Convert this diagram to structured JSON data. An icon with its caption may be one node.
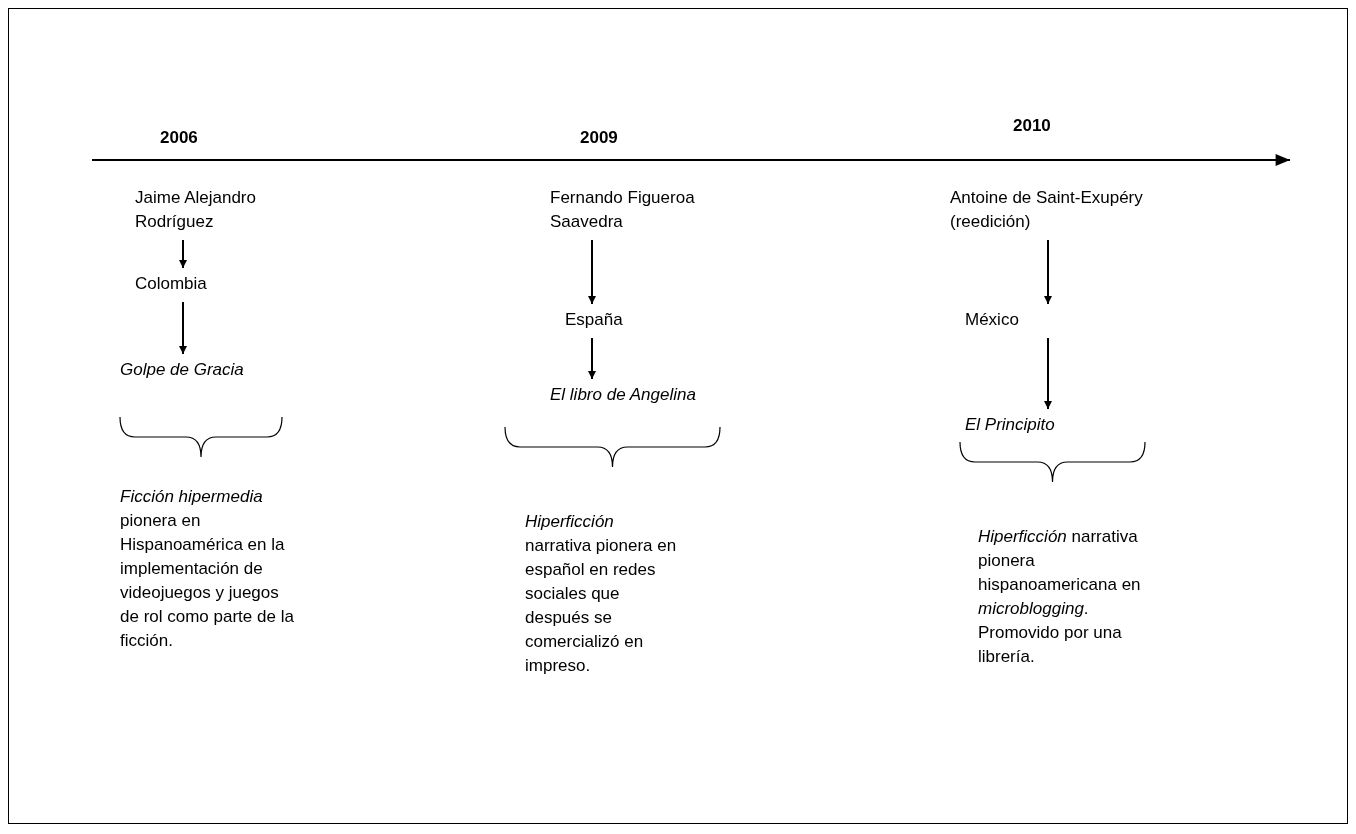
{
  "diagram": {
    "nodes": [
      {
        "text": [
          "Jaime Alejandro Rodríguez"
        ]
      },
      {
        "text": [
          "Colombia"
        ]
      },
      {
        "text": [
          "Golpe de Gracia"
        ]
      },
      {
        "text": [
          "*Ficción hipermedia* pionera en Hispanoamérica en la implementación de videojuegos y juegos de rol como parte de la ficción."
        ]
      },
      {
        "text": [
          "Fernando Figueroa Saavedra"
        ]
      },
      {
        "text": [
          "España"
        ]
      },
      {
        "text": [
          "El libro de Angelina"
        ]
      },
      {
        "text": [
          "*Hiperficción* narrativa pionera en español en redes sociales que después se comercializó en impreso."
        ]
      },
      {
        "text": [
          "Antoine de Saint-Exupéry (reedición)"
        ]
      },
      {
        "text": [
          "México"
        ]
      },
      {
        "text": [
          "El Principito"
        ]
      },
      {
        "text": [
          "*Hiperficción* narrativa pionera hispanoamericana en *microblogging*. Promovido por una librería."
        ]
      }
    ],
    "edges": [
      {
        "from": 0,
        "to": 1,
        "arrow": "to"
      },
      {
        "from": 1,
        "to": 2,
        "arrow": "to"
      },
      {
        "from": 4,
        "to": 5,
        "arrow": "to"
      },
      {
        "from": 5,
        "to": 6,
        "arrow": "to"
      },
      {
        "from": 8,
        "to": 9,
        "arrow": "to"
      },
      {
        "from": 9,
        "to": 10,
        "arrow": "to"
      }
    ],
    "labels": [
      "2006",
      "2009",
      "2010"
    ]
  }
}
